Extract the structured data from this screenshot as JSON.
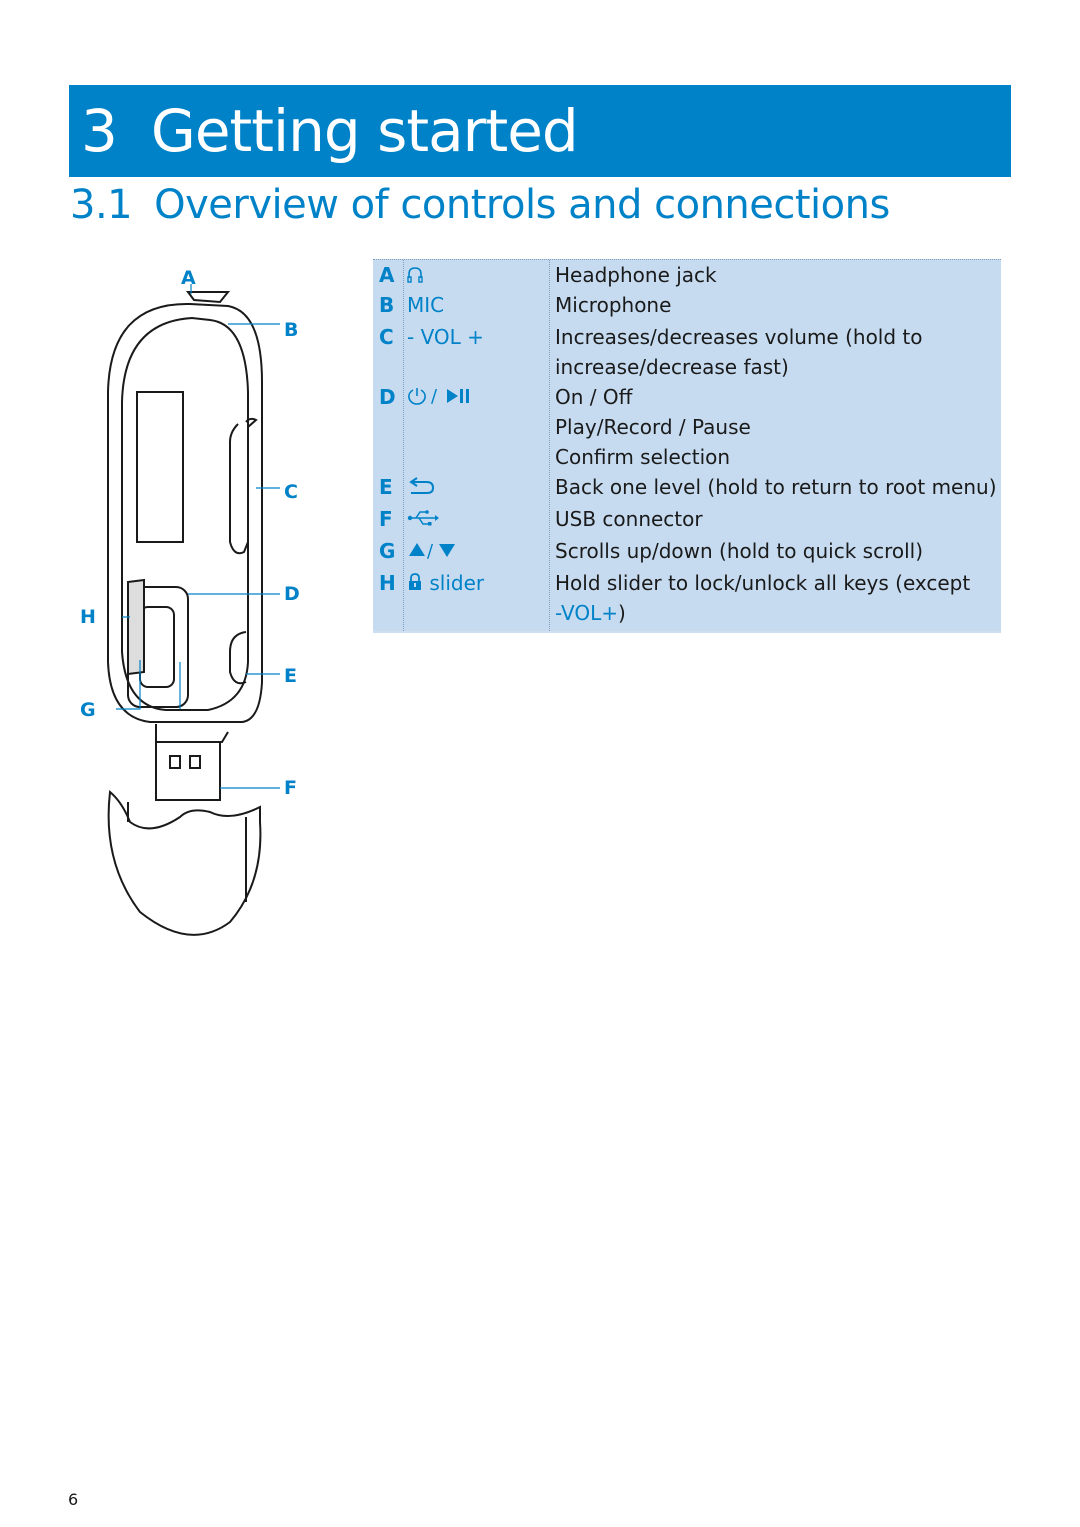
{
  "chapter": {
    "number": "3",
    "title": "Getting started"
  },
  "section": {
    "number": "3.1",
    "title": "Overview of controls and connections"
  },
  "diagram_callouts": [
    "A",
    "B",
    "C",
    "D",
    "E",
    "F",
    "G",
    "H"
  ],
  "controls": [
    {
      "letter": "A",
      "icon": "headphone-icon",
      "control": "",
      "description": [
        "Headphone jack"
      ]
    },
    {
      "letter": "B",
      "icon": "",
      "control": "MIC",
      "description": [
        "Microphone"
      ]
    },
    {
      "letter": "C",
      "icon": "",
      "control": "- VOL +",
      "description": [
        "Increases/decreases volume (hold to",
        "increase/decrease fast)"
      ]
    },
    {
      "letter": "D",
      "icon": "power-play-pause-icon",
      "control": "",
      "description": [
        "On / Off",
        "Play/Record / Pause",
        "Confirm selection"
      ]
    },
    {
      "letter": "E",
      "icon": "back-icon",
      "control": "",
      "description": [
        "Back one level (hold to return to root menu)"
      ]
    },
    {
      "letter": "F",
      "icon": "usb-icon",
      "control": "",
      "description": [
        "USB connector"
      ]
    },
    {
      "letter": "G",
      "icon": "up-down-icon",
      "control": "",
      "description": [
        "Scrolls up/down (hold to quick scroll)"
      ]
    },
    {
      "letter": "H",
      "icon": "lock-icon",
      "control": "slider",
      "description": [
        "Hold slider to lock/unlock all keys (except",
        "-VOL+)"
      ]
    }
  ],
  "page_number": "6",
  "colors": {
    "accent": "#0082c8",
    "table_bg": "#c6dbf0"
  }
}
